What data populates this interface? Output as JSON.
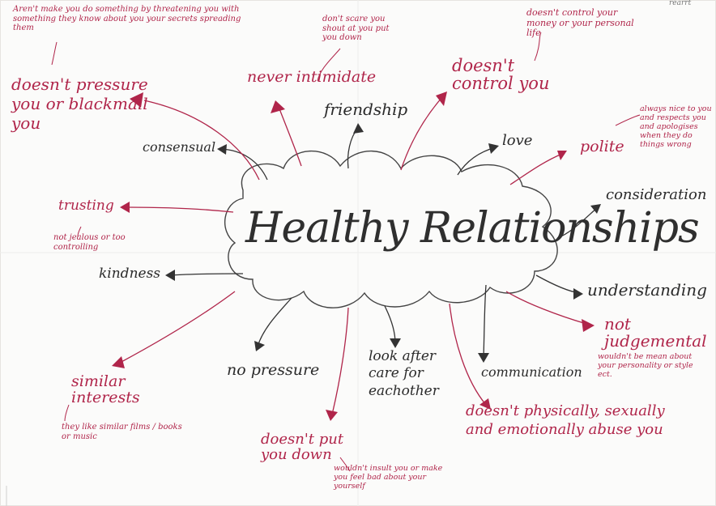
{
  "title": "Healthy Relationships",
  "colors": {
    "black_ink": "#2b2b2b",
    "red_ink": "#b0254a",
    "paper": "#fbfbfa"
  },
  "corner_mark": "rearrt",
  "nodes": {
    "never_intimidate": "never intimidate",
    "never_intimidate_note": "don't scare you shout at you put you down",
    "friendship": "friendship",
    "doesnt_control": "doesn't control you",
    "doesnt_control_note": "doesn't control your money or your personal life",
    "love": "love",
    "polite": "polite",
    "polite_note": "always nice to you and respects you and apologises when they do things wrong",
    "consideration": "consideration",
    "understanding": "understanding",
    "not_judgemental": "not judgemental",
    "not_judgemental_note": "wouldn't be mean about your personality or style ect.",
    "communication": "communication",
    "doesnt_abuse": "doesn't physically, sexually and emotionally abuse you",
    "look_after": "look after care for eachother",
    "doesnt_put_down": "doesn't put you down",
    "doesnt_put_down_note": "wouldn't insult you or make you feel bad about your yourself",
    "no_pressure": "no pressure",
    "similar_interests": "similar interests",
    "similar_interests_note": "they like similar films / books or music",
    "kindness": "kindness",
    "trusting": "trusting",
    "trusting_note": "not jealous or too controlling",
    "consensual": "consensual",
    "doesnt_blackmail": "doesn't pressure you or blackmail you",
    "doesnt_blackmail_note": "Aren't make you do something by threatening you with something they know about you your secrets spreading them"
  }
}
